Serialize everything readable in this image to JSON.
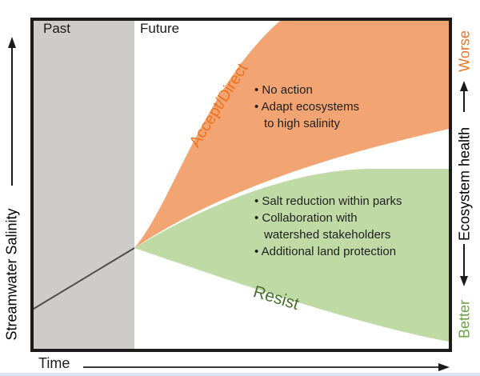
{
  "figure": {
    "past_label": "Past",
    "future_label": "Future",
    "x_axis_label": "Time",
    "y_axis_label": "Streamwater Salinity",
    "right_axis": {
      "top_label": "Worse",
      "axis_label": "Ecosystem health",
      "bottom_label": "Better"
    },
    "orange_region": {
      "label": "Accept/Direct",
      "bullets": [
        "• No action",
        "• Adapt ecosystems",
        "to high salinity"
      ]
    },
    "green_region": {
      "label": "Resist",
      "bullets": [
        "• Salt reduction within parks",
        "• Collaboration with",
        "watershed stakeholders",
        "• Additional land protection"
      ]
    },
    "colors": {
      "orange_fill": "#F2A472",
      "green_fill": "#BFDAA5",
      "gray_fill": "#CDCCCB",
      "orange_text": "#ED7420",
      "resist_text": "#47712F",
      "better_text": "#6DA24A",
      "axis_black": "#1B1B1B",
      "bottom_strip": "#D9E5F2"
    }
  }
}
